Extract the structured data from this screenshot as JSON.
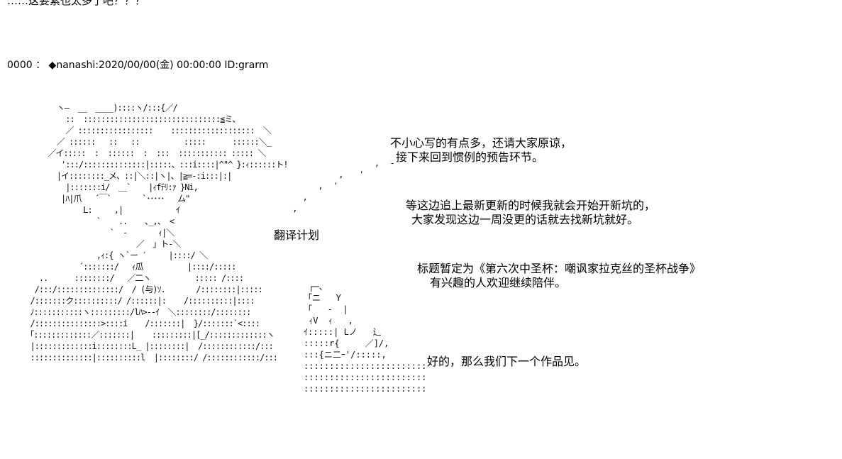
{
  "intro_text": "……这要素也太多了吧？？？",
  "post": {
    "number": "0000",
    "separator": "：",
    "mark": "◆",
    "name": "nanashi",
    "datetime": "2020/00/00(金) 00:00:00",
    "id": "ID:grarm"
  },
  "side_label": "翻译计划",
  "messages": [
    {
      "lines": [
        "不小心写的有点多，还请大家原谅，",
        "接下来回到惯例的预告环节。"
      ]
    },
    {
      "lines": [
        "等这边追上最新更新的时候我就会开始开新坑的，",
        "大家发现这边一周没更的话就去找新坑就好。"
      ]
    },
    {
      "lines": [
        "标题暂定为《第六次中圣杯：嘲讽家拉克丝的圣杯战争》",
        "有兴趣的人欢迎继续陪伴。"
      ]
    },
    {
      "lines": [
        "好的，那么我们下一个作品见。"
      ]
    }
  ],
  "ascii_art": "        ヽ—  __  ____)::::ヽ/:::{／/\n          ::  :::::::::::::::::::::::::::::::≦ミ、\n          ／ :::::::::::::::::    :::::::::::::::::::  ＼\n        ／ ::::::   ::   ::          :::::      ::::::＼_\n      ／イ:::::  :  ::::::  :  :::  ::::::::::: ::::: ＼\n         ':::/::::::::::::::|:::::、:::i::::|^\"^ }:ｨ::::::ト!\n        |イ::::::::_メ、::|＼::|ヽ|、|≧=-:i:::|:|\n          |:::::::i/  ＿`    |ｨfﾃﾘ:ｧ }Ni,\n         |ﾊ|爪   ´￣`       `･････   ム\"\n              L:     ,|            ｲ\n                 `    ..    ､_,、 <\n                    `  -       ｨ|＼\n                          ／  」ト-＼\n                 ,ｨ:{ ヽ`ー ′     |::::/ ＼\n             ´:::::::/   ｨ瓜          |::::/:::::\n    ..      ::::::::/   ／二ヽ          ::::: /::::\n   /:::/::::::::::::::/  / (与)ｿ.       /::::::::|:::::\n  /:::::::ク::::::::::/ /::::::|:    /::::::::::|::::\n  ﾉ:::::::::::ヽ:::::::::/lﾊ>--ｲ  ＼::::::::/::::::::\n  /:::::::::::::::>::::i    /:::::::|  }/:::::::`<::::\n 「:::::::::::::／:::::::|    :::::::::|[_/:::::::::::::ヽ\n  |:::::::::::::i::::::::L_ |::::::::|  /::::::::::::/:::\n  ::::::::::::::|::::::::::l  |::::::::/ /::::::::::::/:::",
  "deco_figure": " ┌─、\n「ニ   Y\n「   -  |\n ｨV  ｨ   ,\nｲ:::::| Lノ   辶\n:::::r{     ／]/,\n:::{ニ二ｰ'/:::::,\n::::::::::::::::::::::::\n::::::::::::::::::::::::\n::::::::::::::::::::::::",
  "deco_dots": "                 ,  -\n          ,   '\n      ,  '\n   ,\n ,\n"
}
